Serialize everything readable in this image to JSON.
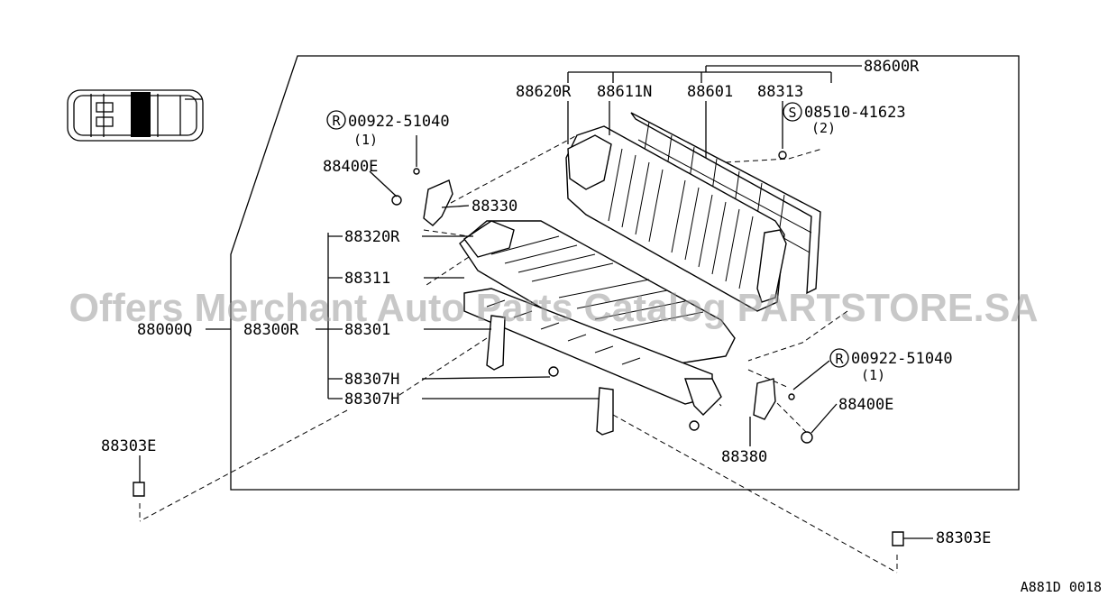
{
  "callouts": {
    "p88600R": "88600R",
    "p88620R": "88620R",
    "p88611N": "88611N",
    "p88601": "88601",
    "p88313": "88313",
    "p08510": "08510-41623",
    "p08510_qty": "(2)",
    "p00922_top": "00922-51040",
    "p00922_top_qty": "(1)",
    "p88400E_top": "88400E",
    "p88330": "88330",
    "p88320R": "88320R",
    "p88311": "88311",
    "p88000Q": "88000Q",
    "p88300R": "88300R",
    "p88301": "88301",
    "p88307H_a": "88307H",
    "p88307H_b": "88307H",
    "p88303E_left": "88303E",
    "p00922_right": "00922-51040",
    "p00922_right_qty": "(1)",
    "p88400E_right": "88400E",
    "p88380": "88380",
    "p88303E_right": "88303E"
  },
  "symbols": {
    "R": "R",
    "S": "S"
  },
  "watermark": "Offers Merchant Auto Parts Catalog PARTSTORE.SA",
  "diagram_code": "A881D 0018",
  "colors": {
    "ink": "#000000",
    "vehicle_highlight": "#000000",
    "watermark": "#9a9a9a"
  }
}
